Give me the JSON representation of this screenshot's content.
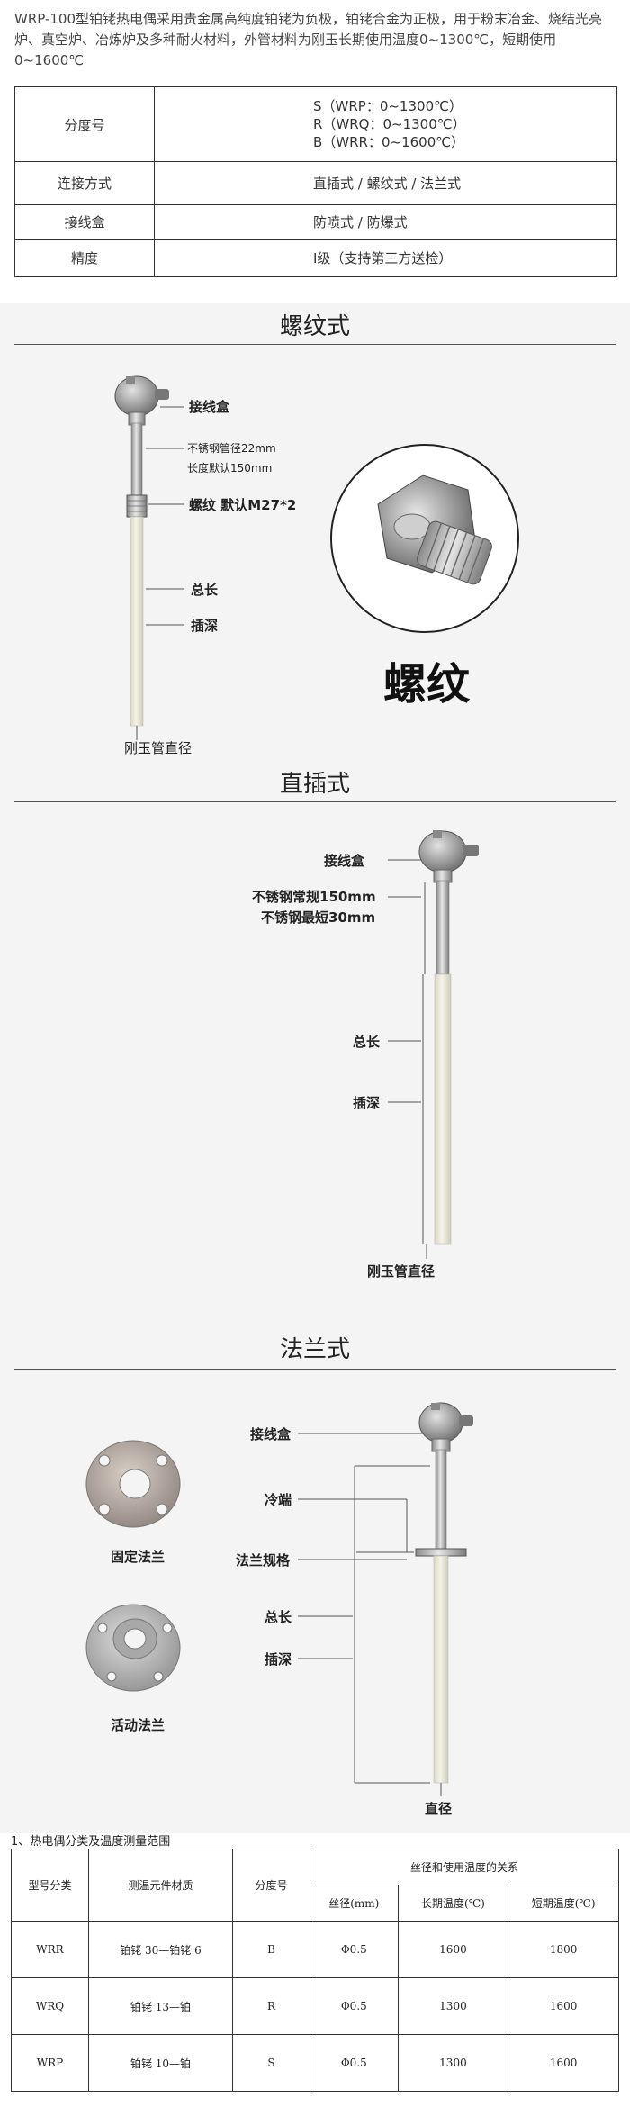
{
  "intro": "WRP-100型铂铑热电偶采用贵金属高纯度铂铑为负极，铂铑合金为正极，用于粉末冶金、烧结光亮炉、真空炉、冶炼炉及多种耐火材料，外管材料为刚玉长期使用温度0~1300℃，短期使用0~1600℃",
  "spec": [
    {
      "key": "分度号",
      "lines": [
        "S（WRP：0~1300℃）",
        "R（WRQ：0~1300℃）",
        "B（WRR：0~1600℃）"
      ]
    },
    {
      "key": "连接方式",
      "lines": [
        "直插式  /  螺纹式  /  法兰式"
      ]
    },
    {
      "key": "接线盒",
      "lines": [
        "防喷式  /  防爆式"
      ]
    },
    {
      "key": "精度",
      "lines": [
        "Ⅰ级（支持第三方送检）"
      ]
    }
  ],
  "threaded": {
    "title": "螺纹式",
    "labels": {
      "box": "接线盒",
      "tube": "不锈钢管径22mm",
      "len": "长度默认150mm",
      "thread": "螺纹  默认M27*2",
      "total": "总长",
      "depth": "插深",
      "dia": "刚玉管直径"
    },
    "photo_caption": "螺纹"
  },
  "straight": {
    "title": "直插式",
    "labels": {
      "box": "接线盒",
      "std": "不锈钢常规150mm",
      "min": "不锈钢最短30mm",
      "total": "总长",
      "depth": "插深",
      "dia": "刚玉管直径"
    }
  },
  "flange": {
    "title": "法兰式",
    "fixed_caption": "固定法兰",
    "movable_caption": "活动法兰",
    "labels": {
      "box": "接线盒",
      "cold": "冷端",
      "spec": "法兰规格",
      "total": "总长",
      "depth": "插深",
      "dia": "直径"
    }
  },
  "table": {
    "caption": "1、热电偶分类及温度测量范围",
    "headers": [
      "型号分类",
      "测温元件材质",
      "分度号",
      "丝径和使用温度的关系"
    ],
    "subheaders": [
      "丝径(mm)",
      "长期温度(℃)",
      "短期温度(℃)"
    ],
    "rows": [
      [
        "WRR",
        "铂铑 30—铂铑 6",
        "B",
        "Φ0.5",
        "1600",
        "1800"
      ],
      [
        "WRQ",
        "铂铑 13—铂",
        "R",
        "Φ0.5",
        "1300",
        "1600"
      ],
      [
        "WRP",
        "铂铑 10—铂",
        "S",
        "Φ0.5",
        "1300",
        "1600"
      ]
    ]
  }
}
